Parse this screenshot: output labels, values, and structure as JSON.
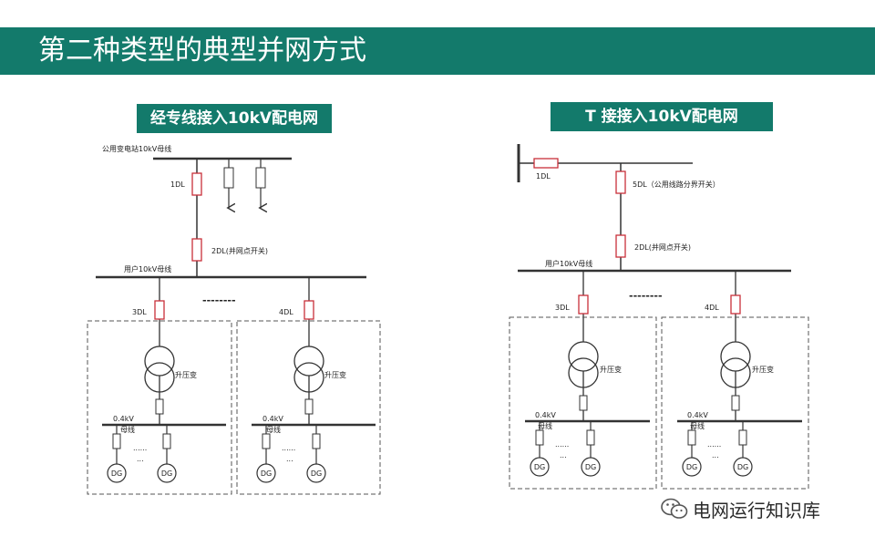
{
  "title": "第二种类型的典型并网方式",
  "left": {
    "heading": "经专线接入10kV配电网",
    "bus_top": "公用变电站10kV母线",
    "dl1": "1DL",
    "dl2": "2DL(并网点开关)",
    "bus_user": "用户10kV母线",
    "dl3": "3DL",
    "dl4": "4DL",
    "dots": "--------",
    "transformer": "升压变",
    "lv_bus_line1": "0.4kV",
    "lv_bus_line2": "母线",
    "dg": "DG",
    "dots_dg1": "......",
    "dots_dg2": "..."
  },
  "right": {
    "heading": "T 接接入10kV配电网",
    "dl1": "1DL",
    "dl5": "5DL（公用线路分界开关）",
    "dl2": "2DL(并网点开关)",
    "bus_user": "用户10kV母线",
    "dl3": "3DL",
    "dl4": "4DL",
    "dots": "--------",
    "transformer": "升压变",
    "lv_bus_line1": "0.4kV",
    "lv_bus_line2": "母线",
    "dg": "DG",
    "dots_dg1": "......",
    "dots_dg2": "..."
  },
  "watermark": "电网运行知识库",
  "colors": {
    "header_bg": "#137a6b",
    "breaker": "#c8303a",
    "line": "#333333"
  }
}
